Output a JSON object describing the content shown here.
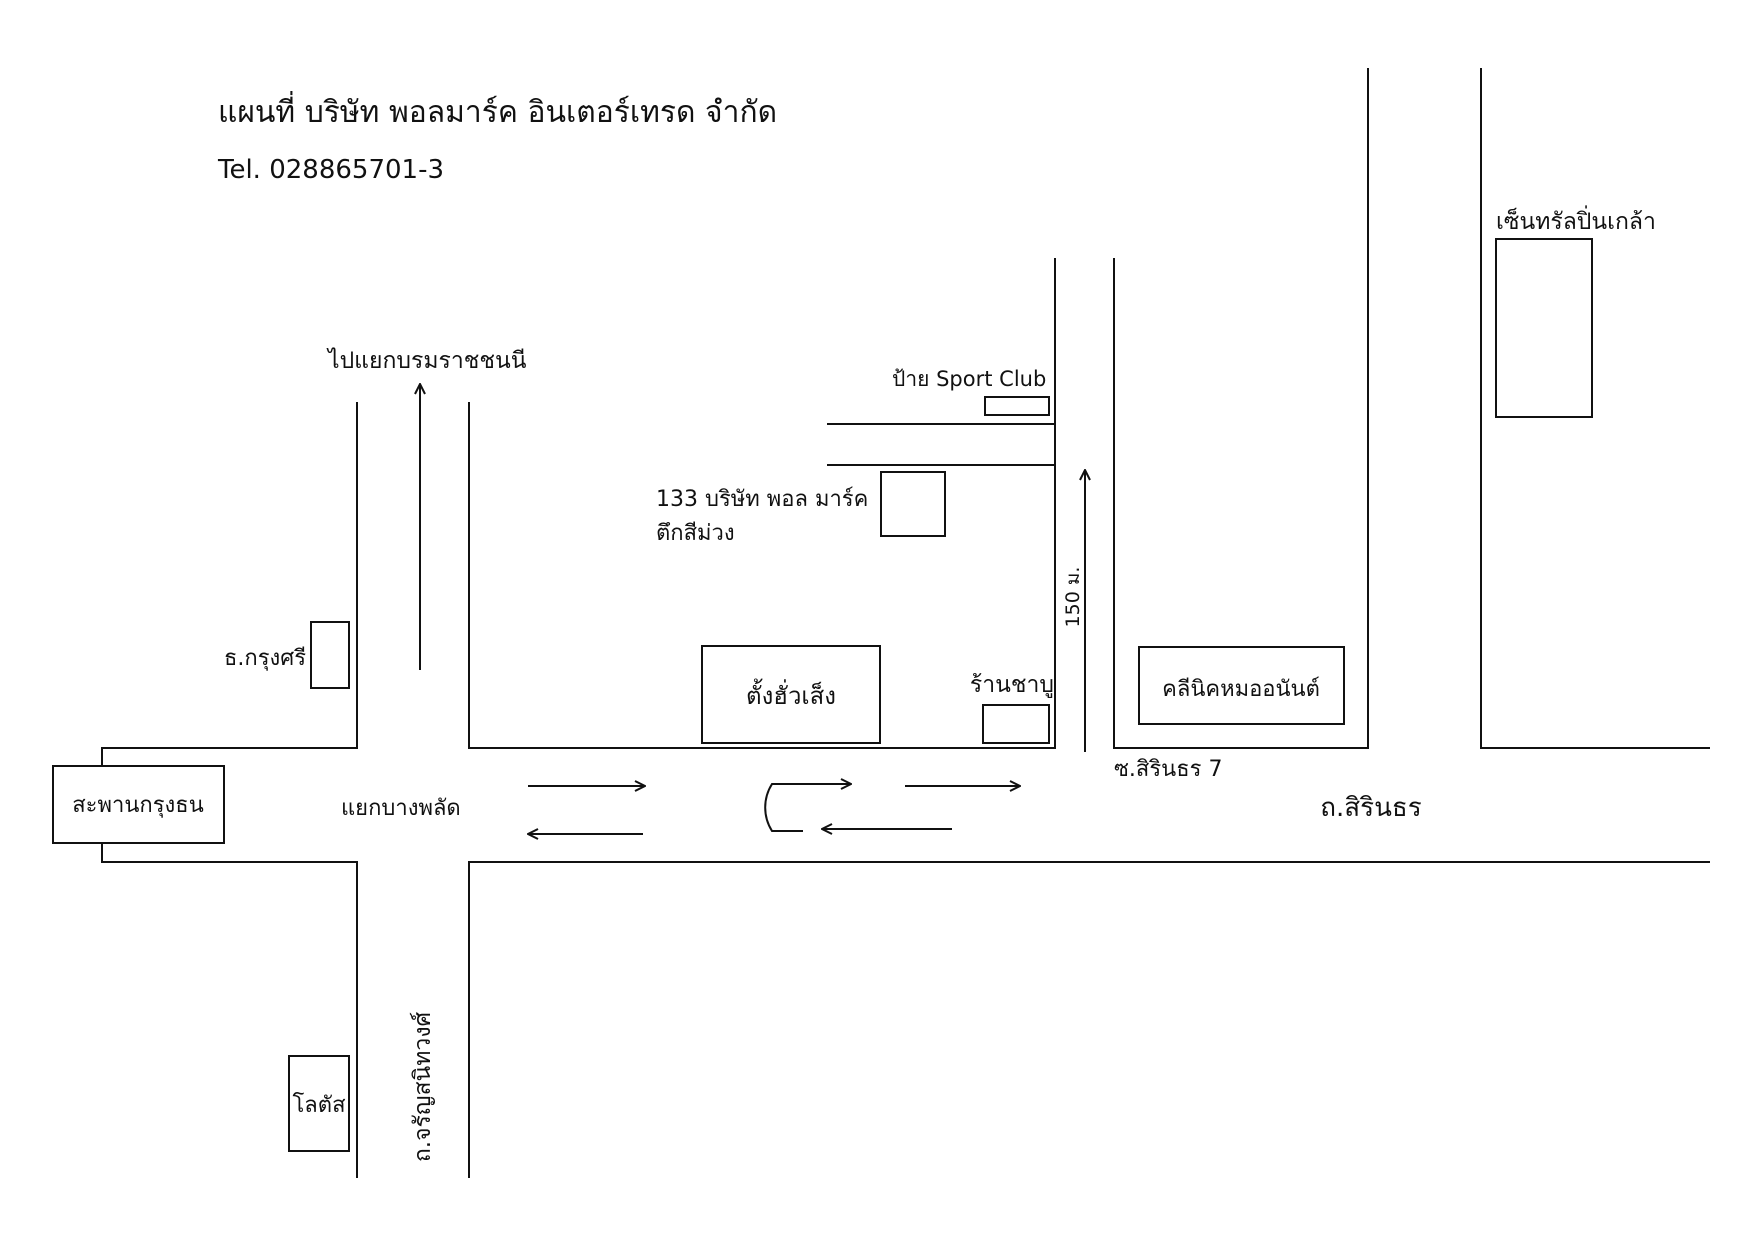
{
  "header": {
    "title": "แผนที่ บริษัท พอลมาร์ค อินเตอร์เทรด จำกัด",
    "tel": "Tel. 028865701-3"
  },
  "places": {
    "central": "เซ็นทรัลปิ่นเกล้า",
    "to_intersection": "ไปแยกบรมราชชนนี",
    "sport_club": "ป้าย Sport Club",
    "company_line1": "133 บริษัท พอล มาร์ค",
    "company_line2": "ตึกสีม่วง",
    "bank": "ธ.กรุงศรี",
    "tang_hua_seng": "ตั้งฮั่วเส็ง",
    "shabu": "ร้านชาบู",
    "clinic": "คลีนิคหมออนันต์",
    "bridge": "สะพานกรุงธน",
    "bang_phlat": "แยกบางพลัด",
    "soi": "ซ.สิรินธร 7",
    "main_road": "ถ.สิรินธร",
    "distance": "150 ม.",
    "jaran_road": "ถ.จรัญสนิทวงศ์",
    "lotus": "โลตัส"
  }
}
